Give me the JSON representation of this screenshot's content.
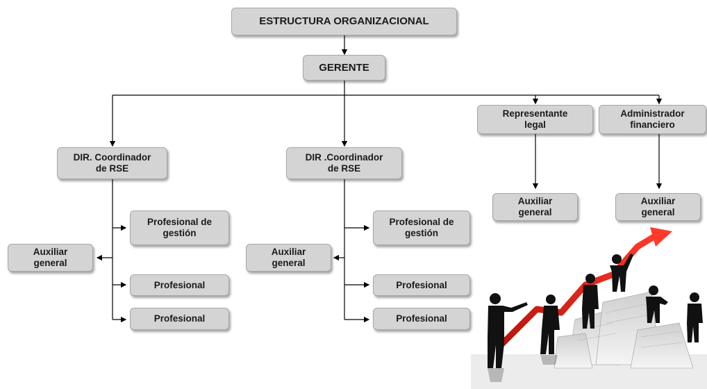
{
  "title": "ESTRUCTURA ORGANIZACIONAL",
  "gerente": "GERENTE",
  "branches": {
    "dir1": {
      "head": "DIR. Coordinador\nde RSE",
      "prof_gestion": "Profesional de\ngestión",
      "auxiliar": "Auxiliar\ngeneral",
      "prof_a": "Profesional",
      "prof_b": "Profesional"
    },
    "dir2": {
      "head": "DIR .Coordinador\nde RSE",
      "prof_gestion": "Profesional de\ngestión",
      "auxiliar": "Auxiliar\ngeneral",
      "prof_a": "Profesional",
      "prof_b": "Profesional"
    },
    "legal": {
      "head": "Representante\nlegal",
      "auxiliar": "Auxiliar\ngeneral"
    },
    "finance": {
      "head": "Administrador\nfinanciero",
      "auxiliar": "Auxiliar\ngeneral"
    }
  },
  "colors": {
    "box_fill": "#d4d4d4",
    "box_border": "#a6a6a6",
    "connector": "#000000",
    "arrow_red": "#e3261b"
  },
  "illustration": "business-growth-chart-illustration"
}
